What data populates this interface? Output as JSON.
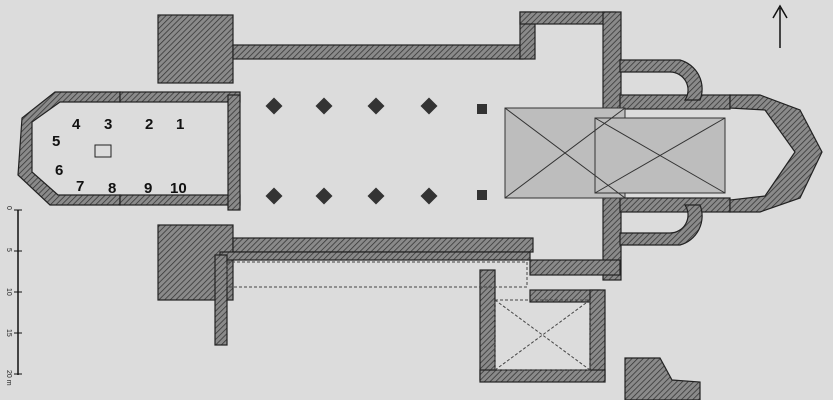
{
  "plan": {
    "bay_numbers": [
      "1",
      "2",
      "3",
      "4",
      "5",
      "6",
      "7",
      "8",
      "9",
      "10"
    ],
    "scale_labels": [
      "0",
      "5",
      "10",
      "15",
      "20 m"
    ],
    "north_arrow": "north-arrow-icon"
  }
}
